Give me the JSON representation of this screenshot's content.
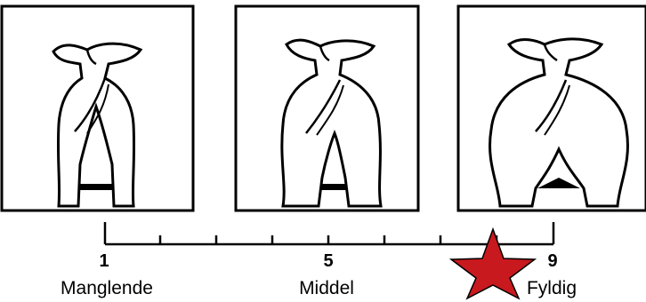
{
  "panels": [
    {
      "icon": "cow-rear-thin-icon"
    },
    {
      "icon": "cow-rear-medium-icon"
    },
    {
      "icon": "cow-rear-full-icon"
    }
  ],
  "scale": {
    "points": [
      {
        "number": "1",
        "label": "Manglende"
      },
      {
        "number": "5",
        "label": "Middel"
      },
      {
        "number": "9",
        "label": "Fyldig"
      }
    ]
  },
  "marker": {
    "icon": "star-icon",
    "color": "#c8191f"
  }
}
